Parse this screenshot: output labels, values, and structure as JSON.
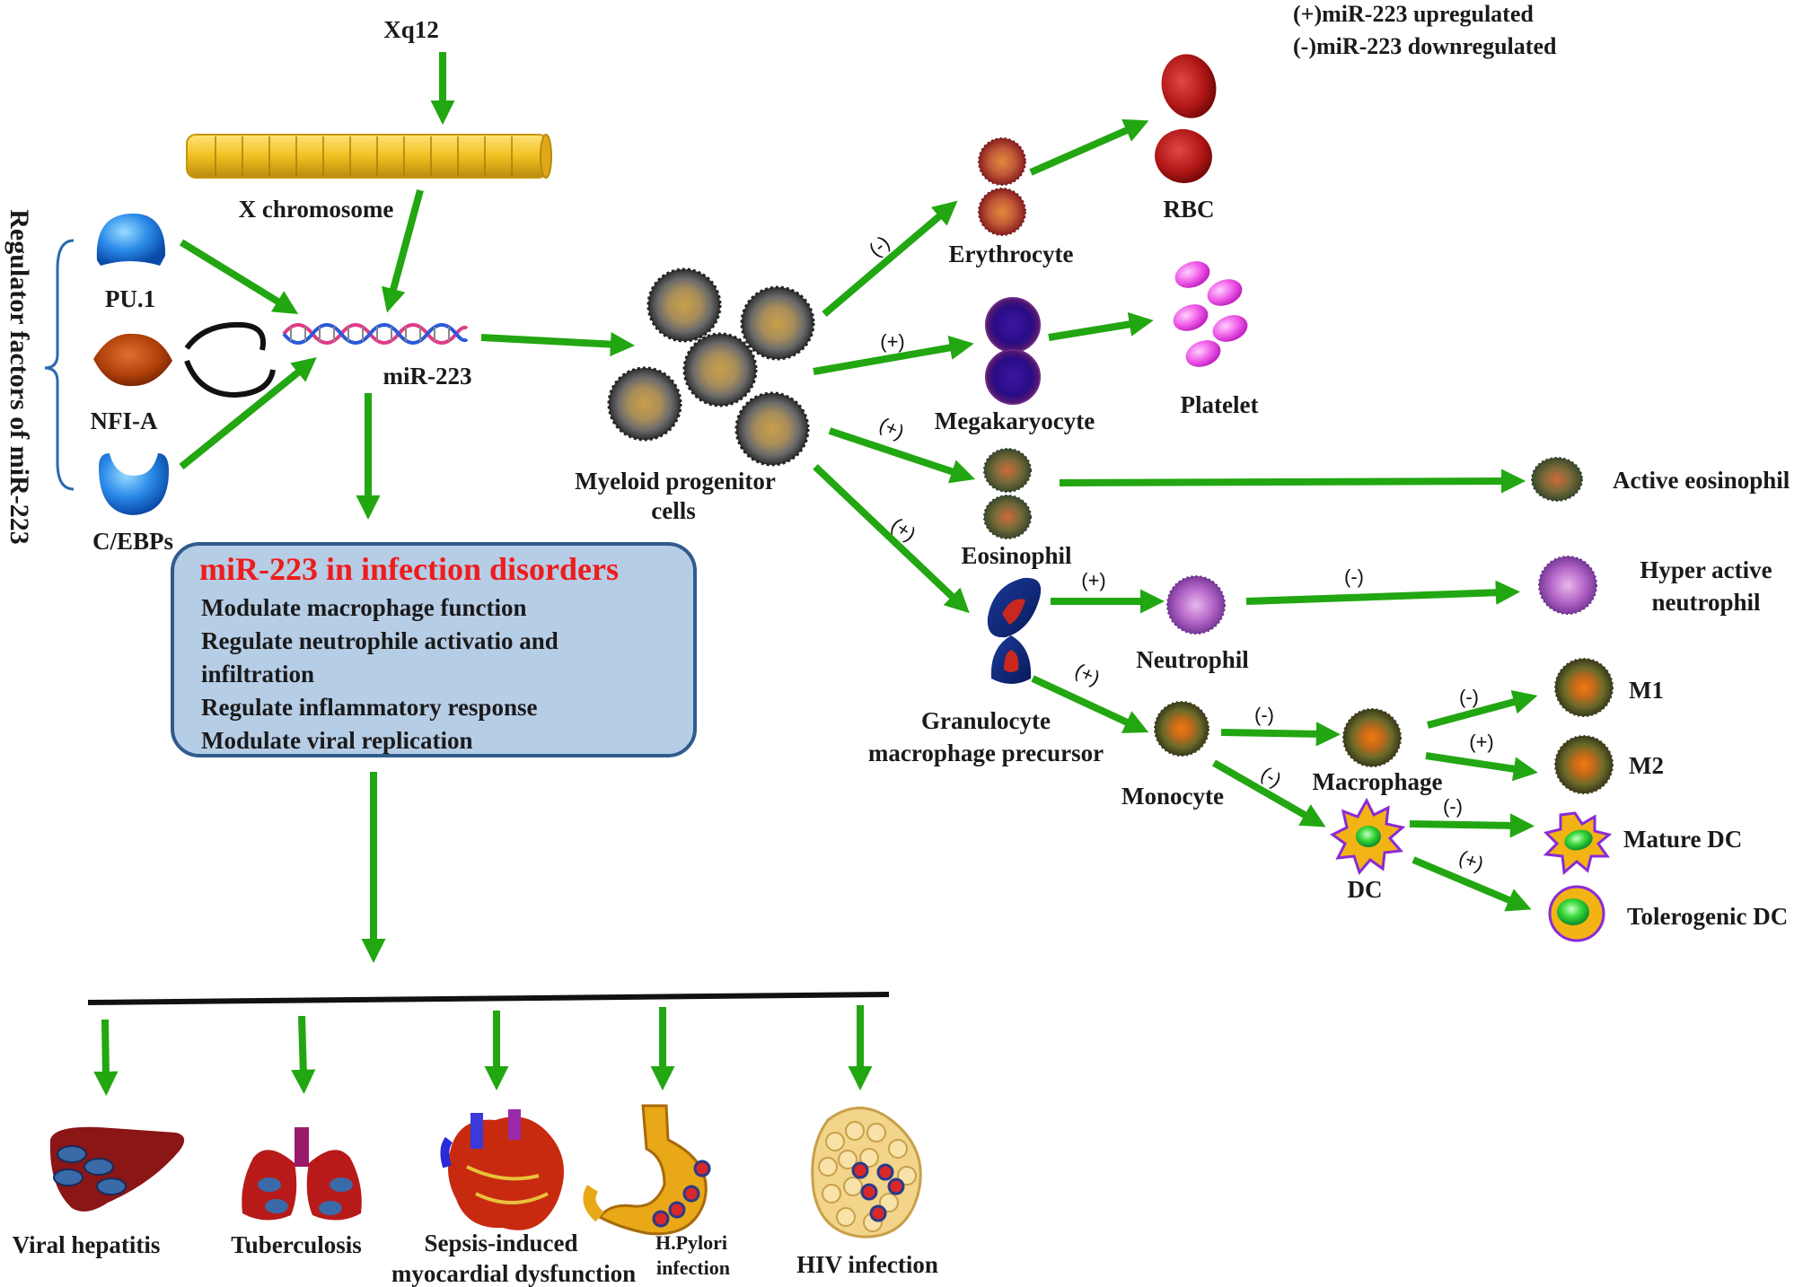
{
  "legend": {
    "upregulated": "(+)miR-223 upregulated",
    "downregulated": "(-)miR-223 downregulated"
  },
  "side_label": "Regulator  factors of miR-223",
  "nodes": {
    "xq12": "Xq12",
    "x_chromosome": "X chromosome",
    "pu1": "PU.1",
    "nfia": "NFI-A",
    "cebps": "C/EBPs",
    "mir223": "miR-223",
    "myeloid_1": "Myeloid  progenitor",
    "myeloid_2": "cells",
    "erythrocyte": "Erythrocyte",
    "rbc": "RBC",
    "megakaryocyte": "Megakaryocyte",
    "platelet": "Platelet",
    "eosinophil": "Eosinophil",
    "active_eosinophil": "Active eosinophil",
    "neutrophil": "Neutrophil",
    "hyper_1": "Hyper active",
    "hyper_2": "neutrophil",
    "gmp_1": "Granulocyte",
    "gmp_2": "macrophage precursor",
    "monocyte": "Monocyte",
    "macrophage": "Macrophage",
    "m1": "M1",
    "m2": "M2",
    "dc": "DC",
    "mature_dc": "Mature DC",
    "tolerogenic_dc": "Tolerogenic DC"
  },
  "signs": {
    "to_erythrocyte": "(-)",
    "to_megakaryocyte": "(+)",
    "to_eosinophil": "(+)",
    "to_gmp": "(+)",
    "to_neutrophil": "(+)",
    "to_hyper_neutrophil": "(-)",
    "to_monocyte": "(+)",
    "to_macrophage": "(-)",
    "to_dc": "(-)",
    "to_m1": "(-)",
    "to_m2": "(+)",
    "to_mature_dc": "(-)",
    "to_tolerogenic_dc": "(+)"
  },
  "infection_box": {
    "title": "miR-223 in infection disorders",
    "items": [
      "Modulate macrophage  function",
      "Regulate neutrophile activatio and",
      "infiltration",
      "Regulate inflammatory response",
      "Modulate viral replication"
    ]
  },
  "diseases": {
    "viral_hepatitis": "Viral hepatitis",
    "tuberculosis": "Tuberculosis",
    "sepsis_1": "Sepsis-induced",
    "sepsis_2": "myocardial  dysfunction",
    "hpylori_1": "H.Pylori",
    "hpylori_2": "infection",
    "hiv": "HIV infection"
  },
  "colors": {
    "arrow": "#22a611",
    "box_fill": "#b6cde6",
    "box_border": "#2f5b8d",
    "title_red": "#ee1c1c"
  }
}
